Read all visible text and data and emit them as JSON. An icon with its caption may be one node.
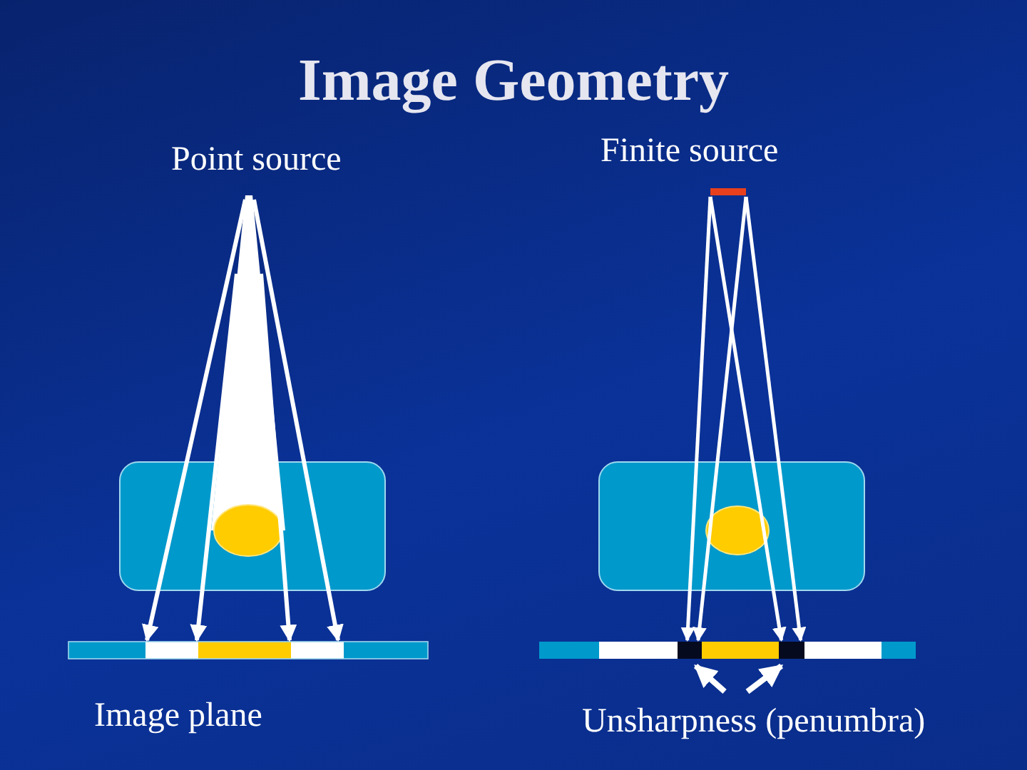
{
  "diagram": {
    "title": "Image Geometry",
    "nodes": [
      {
        "text": [],
        "shape": "bar"
      },
      {
        "text": [
          "Unsharpness (penumbra)"
        ]
      },
      {
        "text": [],
        "shape": "bar"
      },
      {
        "text": [],
        "shape": "bar"
      }
    ],
    "edges": [
      {
        "from": 0,
        "to": 2,
        "arrow": "to"
      },
      {
        "from": 0,
        "to": 3,
        "arrow": "to"
      },
      {
        "from": 0,
        "to": 2,
        "arrow": "to"
      },
      {
        "from": 0,
        "to": 3,
        "arrow": "to"
      },
      {
        "from": 1,
        "to": 2,
        "arrow": "to"
      },
      {
        "from": 1,
        "to": 3,
        "arrow": "to"
      }
    ],
    "labels": [
      "Point source",
      "Finite source",
      "Image plane"
    ]
  }
}
